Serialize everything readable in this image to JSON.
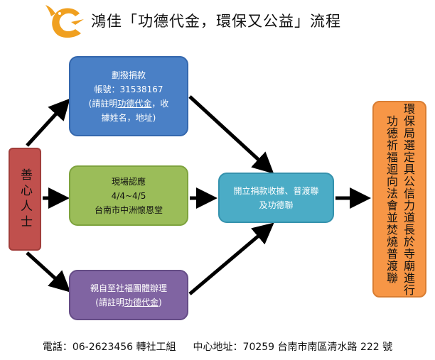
{
  "title": "鴻佳「功德代金，環保又公益」流程",
  "logo": {
    "icon": "bird-letter-c-logo-icon",
    "color": "#f0a020"
  },
  "nodes": {
    "donor": {
      "text": "善心人士",
      "color": "#c0504d"
    },
    "transfer": {
      "line1": "劃撥捐款",
      "line2": "帳號：31538167",
      "line3_pre": "(請註明",
      "line3_u": "功德代金",
      "line3_post": "，收",
      "line4": "據姓名，地址)",
      "color": "#4a80c6"
    },
    "onsite": {
      "line1": "現場認應",
      "line2": "4/4~4/5",
      "line3": "台南市中洲懷恩堂",
      "color": "#9bbd59"
    },
    "inperson": {
      "line1": "親自至社福團體辦理",
      "line2_pre": "(請註明",
      "line2_u": "功德代金",
      "line2_post": ")",
      "color": "#8064a2"
    },
    "receipt": {
      "line1": "開立捐款收據、普渡聯",
      "line2": "及功德聯",
      "color": "#4bacc6"
    },
    "temple": {
      "col1": "環保局選定具公信力道長於寺廟進",
      "col2": "行功德祈福迴向法會並焚燒普渡聯",
      "color": "#f79646"
    }
  },
  "footer": {
    "phone": "電話：06-2623456 轉社工組",
    "address": "中心地址：70259 台南市南區清水路 222 號"
  }
}
